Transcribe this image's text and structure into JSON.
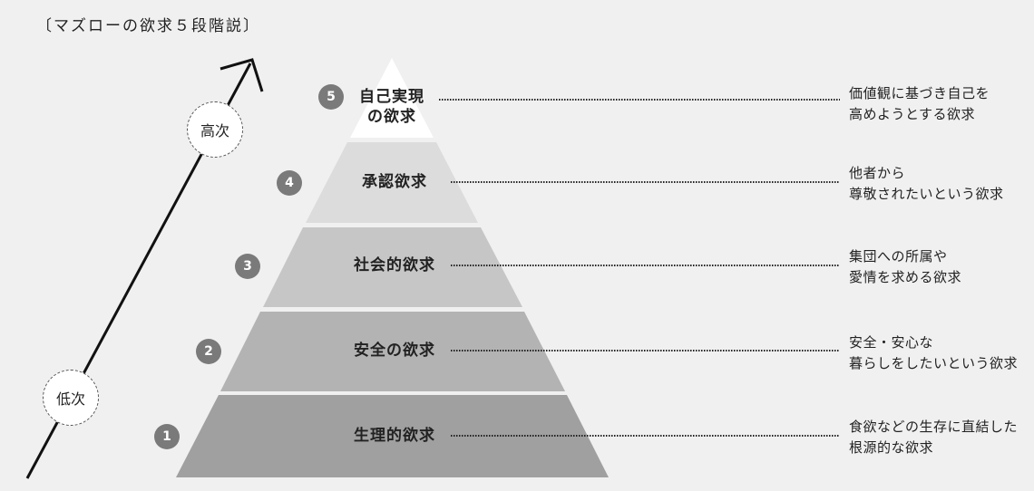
{
  "title": "〔マズローの欲求５段階説〕",
  "axis": {
    "high_label": "高次",
    "low_label": "低次"
  },
  "levels": [
    {
      "number": "5",
      "name": "自己実現\nの欲求",
      "name_line1": "自己実現",
      "name_line2": "の欲求",
      "desc_line1": "価値観に基づき自己を",
      "desc_line2": "高めようとする欲求",
      "color": "#ffffff"
    },
    {
      "number": "4",
      "name": "承認欲求",
      "desc_line1": "他者から",
      "desc_line2": "尊敬されたいという欲求",
      "color": "#dcdcdc"
    },
    {
      "number": "3",
      "name": "社会的欲求",
      "desc_line1": "集団への所属や",
      "desc_line2": "愛情を求める欲求",
      "color": "#c6c6c6"
    },
    {
      "number": "2",
      "name": "安全の欲求",
      "desc_line1": "安全・安心な",
      "desc_line2": "暮らしをしたいという欲求",
      "color": "#b3b3b3"
    },
    {
      "number": "1",
      "name": "生理的欲求",
      "desc_line1": "食欲などの生存に直結した",
      "desc_line2": "根源的な欲求",
      "color": "#a0a0a0"
    }
  ],
  "colors": {
    "background": "#f0f0f0",
    "badge": "#7a7a7a",
    "text": "#222222"
  }
}
